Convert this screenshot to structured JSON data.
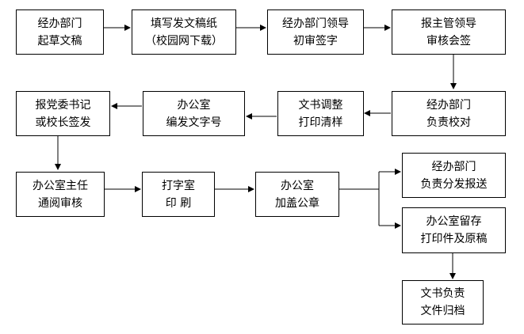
{
  "steps": [
    {
      "id": "s1",
      "lines": [
        "经办部门",
        "起草文稿"
      ]
    },
    {
      "id": "s2",
      "lines": [
        "填写发文稿纸",
        "（校园网下载）"
      ]
    },
    {
      "id": "s3",
      "lines": [
        "经办部门领导",
        "初审签字"
      ]
    },
    {
      "id": "s4",
      "lines": [
        "报主管领导",
        "审核会签"
      ]
    },
    {
      "id": "s5",
      "lines": [
        "经办部门",
        "负责校对"
      ]
    },
    {
      "id": "s6",
      "lines": [
        "文书调整",
        "打印清样"
      ]
    },
    {
      "id": "s7",
      "lines": [
        "办公室",
        "编发文字号"
      ]
    },
    {
      "id": "s8",
      "lines": [
        "报党委书记",
        "或校长签发"
      ]
    },
    {
      "id": "s9",
      "lines": [
        "办公室主任",
        "通阅审核"
      ]
    },
    {
      "id": "s10",
      "lines": [
        "打字室",
        "印  刷"
      ]
    },
    {
      "id": "s11",
      "lines": [
        "办公室",
        "加盖公章"
      ]
    },
    {
      "id": "s12",
      "lines": [
        "经办部门",
        "负责分发报送"
      ]
    },
    {
      "id": "s13",
      "lines": [
        "办公室留存",
        "打印件及原稿"
      ]
    },
    {
      "id": "s14",
      "lines": [
        "文书负责",
        "文件归档"
      ]
    }
  ]
}
